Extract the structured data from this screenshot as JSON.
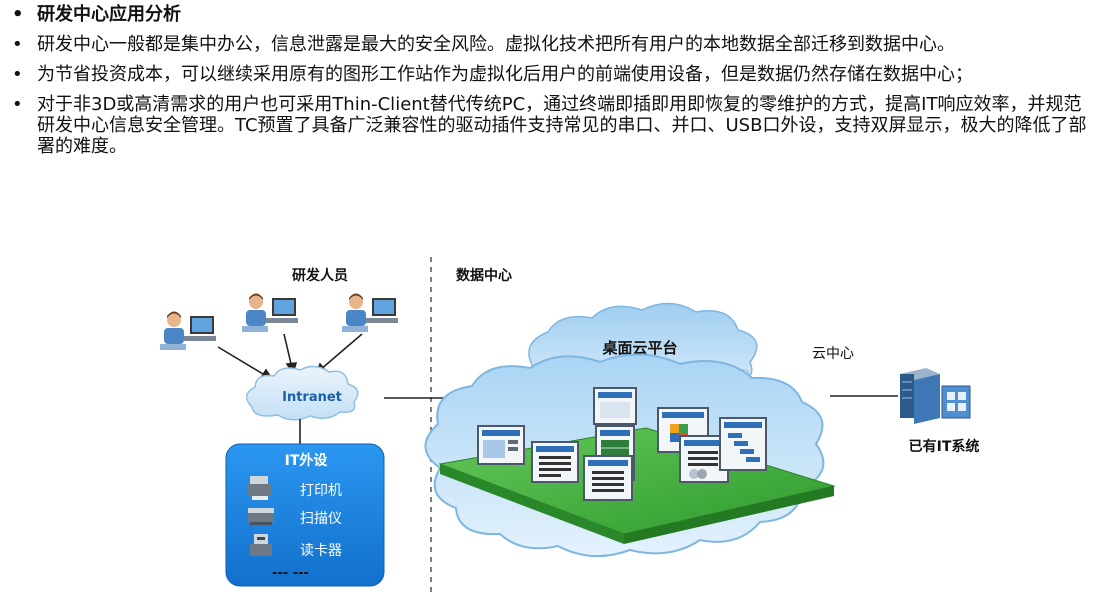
{
  "bullets": [
    {
      "text": "研发中心应用分析",
      "bold": true
    },
    {
      "text": "研发中心一般都是集中办公，信息泄露是最大的安全风险。虚拟化技术把所有用户的本地数据全部迁移到数据中心。",
      "bold": false
    },
    {
      "text": "为节省投资成本，可以继续采用原有的图形工作站作为虚拟化后用户的前端使用设备，但是数据仍然存储在数据中心；",
      "bold": false
    },
    {
      "text": "对于非3D或高清需求的用户也可采用Thin-Client替代传统PC，通过终端即插即用即恢复的零维护的方式，提高IT响应效率，并规范研发中心信息安全管理。TC预置了具备广泛兼容性的驱动插件支持常见的串口、并口、USB口外设，支持双屏显示，极大的降低了部署的难度。",
      "bold": false
    }
  ],
  "diagram": {
    "dev_people_label": "研发人员",
    "data_center_label": "数据中心",
    "intranet_label": "Intranet",
    "it_peripherals": {
      "title": "IT外设",
      "items": [
        "打印机",
        "扫描仪",
        "读卡器"
      ],
      "ellipsis": "--- ---"
    },
    "desktop_cloud_label": "桌面云平台",
    "cloud_center_label": "云中心",
    "existing_it_label": "已有IT系统"
  },
  "colors": {
    "cloud_blue": "#b8dcf5",
    "platform_green": "#3fae3f",
    "it_box_blue": "#1f8be8",
    "text": "#111111"
  }
}
